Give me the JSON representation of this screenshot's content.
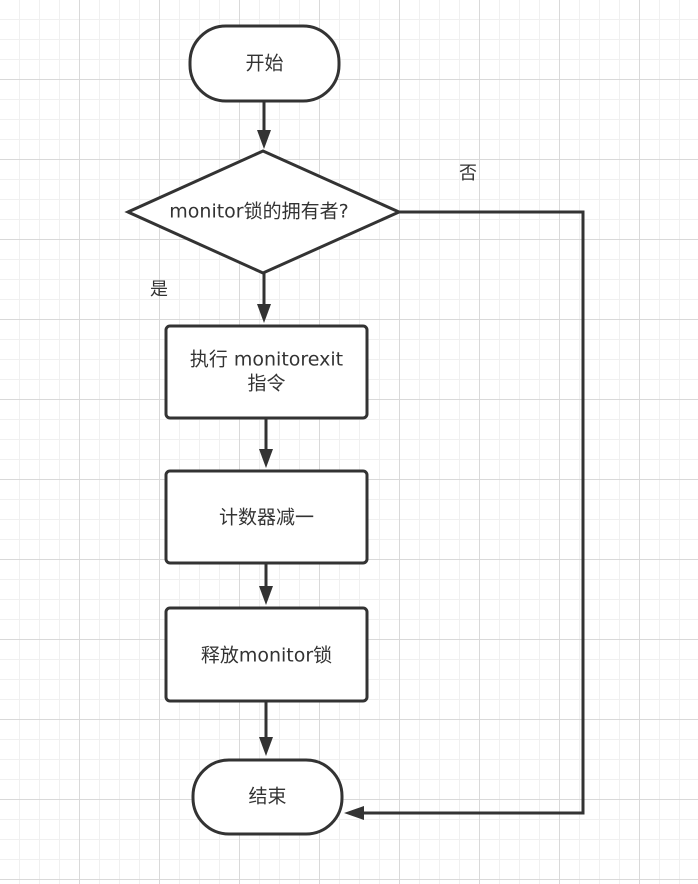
{
  "diagram": {
    "nodes": {
      "start": "开始",
      "decision": "monitor锁的拥有者?",
      "exec_line1": "执行 monitorexit",
      "exec_line2": "指令",
      "decrement": "计数器减一",
      "release": "释放monitor锁",
      "end": "结束"
    },
    "edge_labels": {
      "yes": "是",
      "no": "否"
    }
  }
}
